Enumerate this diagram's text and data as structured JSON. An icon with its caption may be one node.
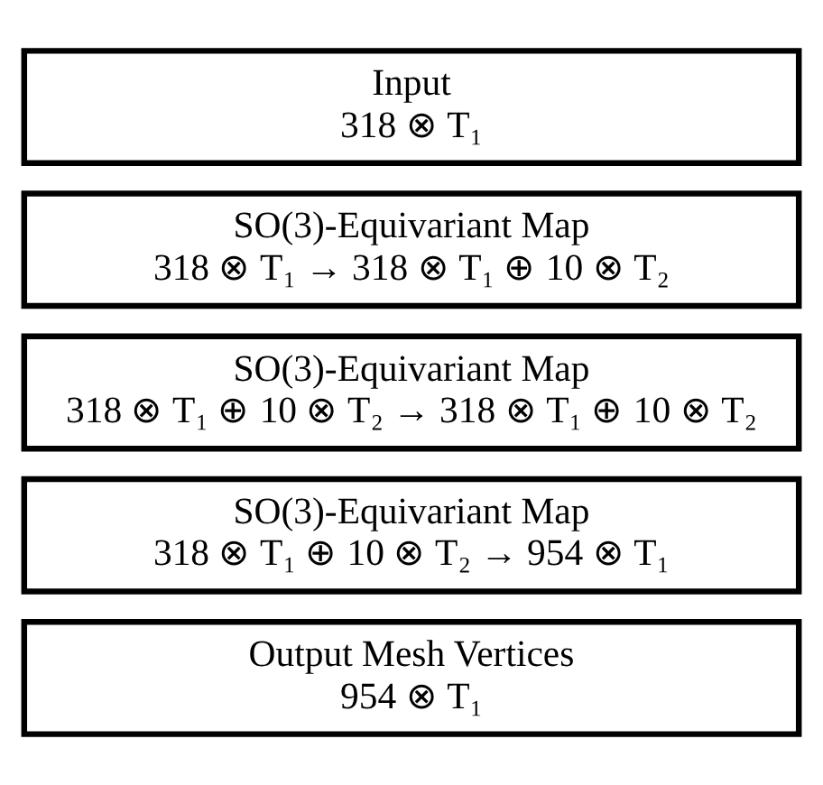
{
  "diagram": {
    "nodes": [
      {
        "text": [
          "Input",
          "318 ⊗ T₁"
        ]
      },
      {
        "text": [
          "SO(3)-Equivariant Map",
          "318 ⊗ T₁ → 318 ⊗ T₁ ⊕ 10 ⊗ T₂"
        ]
      },
      {
        "text": [
          "SO(3)-Equivariant Map",
          "318 ⊗ T₁ ⊕ 10 ⊗ T₂ → 318 ⊗ T₁ ⊕ 10 ⊗ T₂"
        ]
      },
      {
        "text": [
          "SO(3)-Equivariant Map",
          "318 ⊗ T₁ ⊕ 10 ⊗ T₂ → 954 ⊗ T₁"
        ]
      },
      {
        "text": [
          "Output Mesh Vertices",
          "954 ⊗ T₁"
        ]
      }
    ]
  }
}
